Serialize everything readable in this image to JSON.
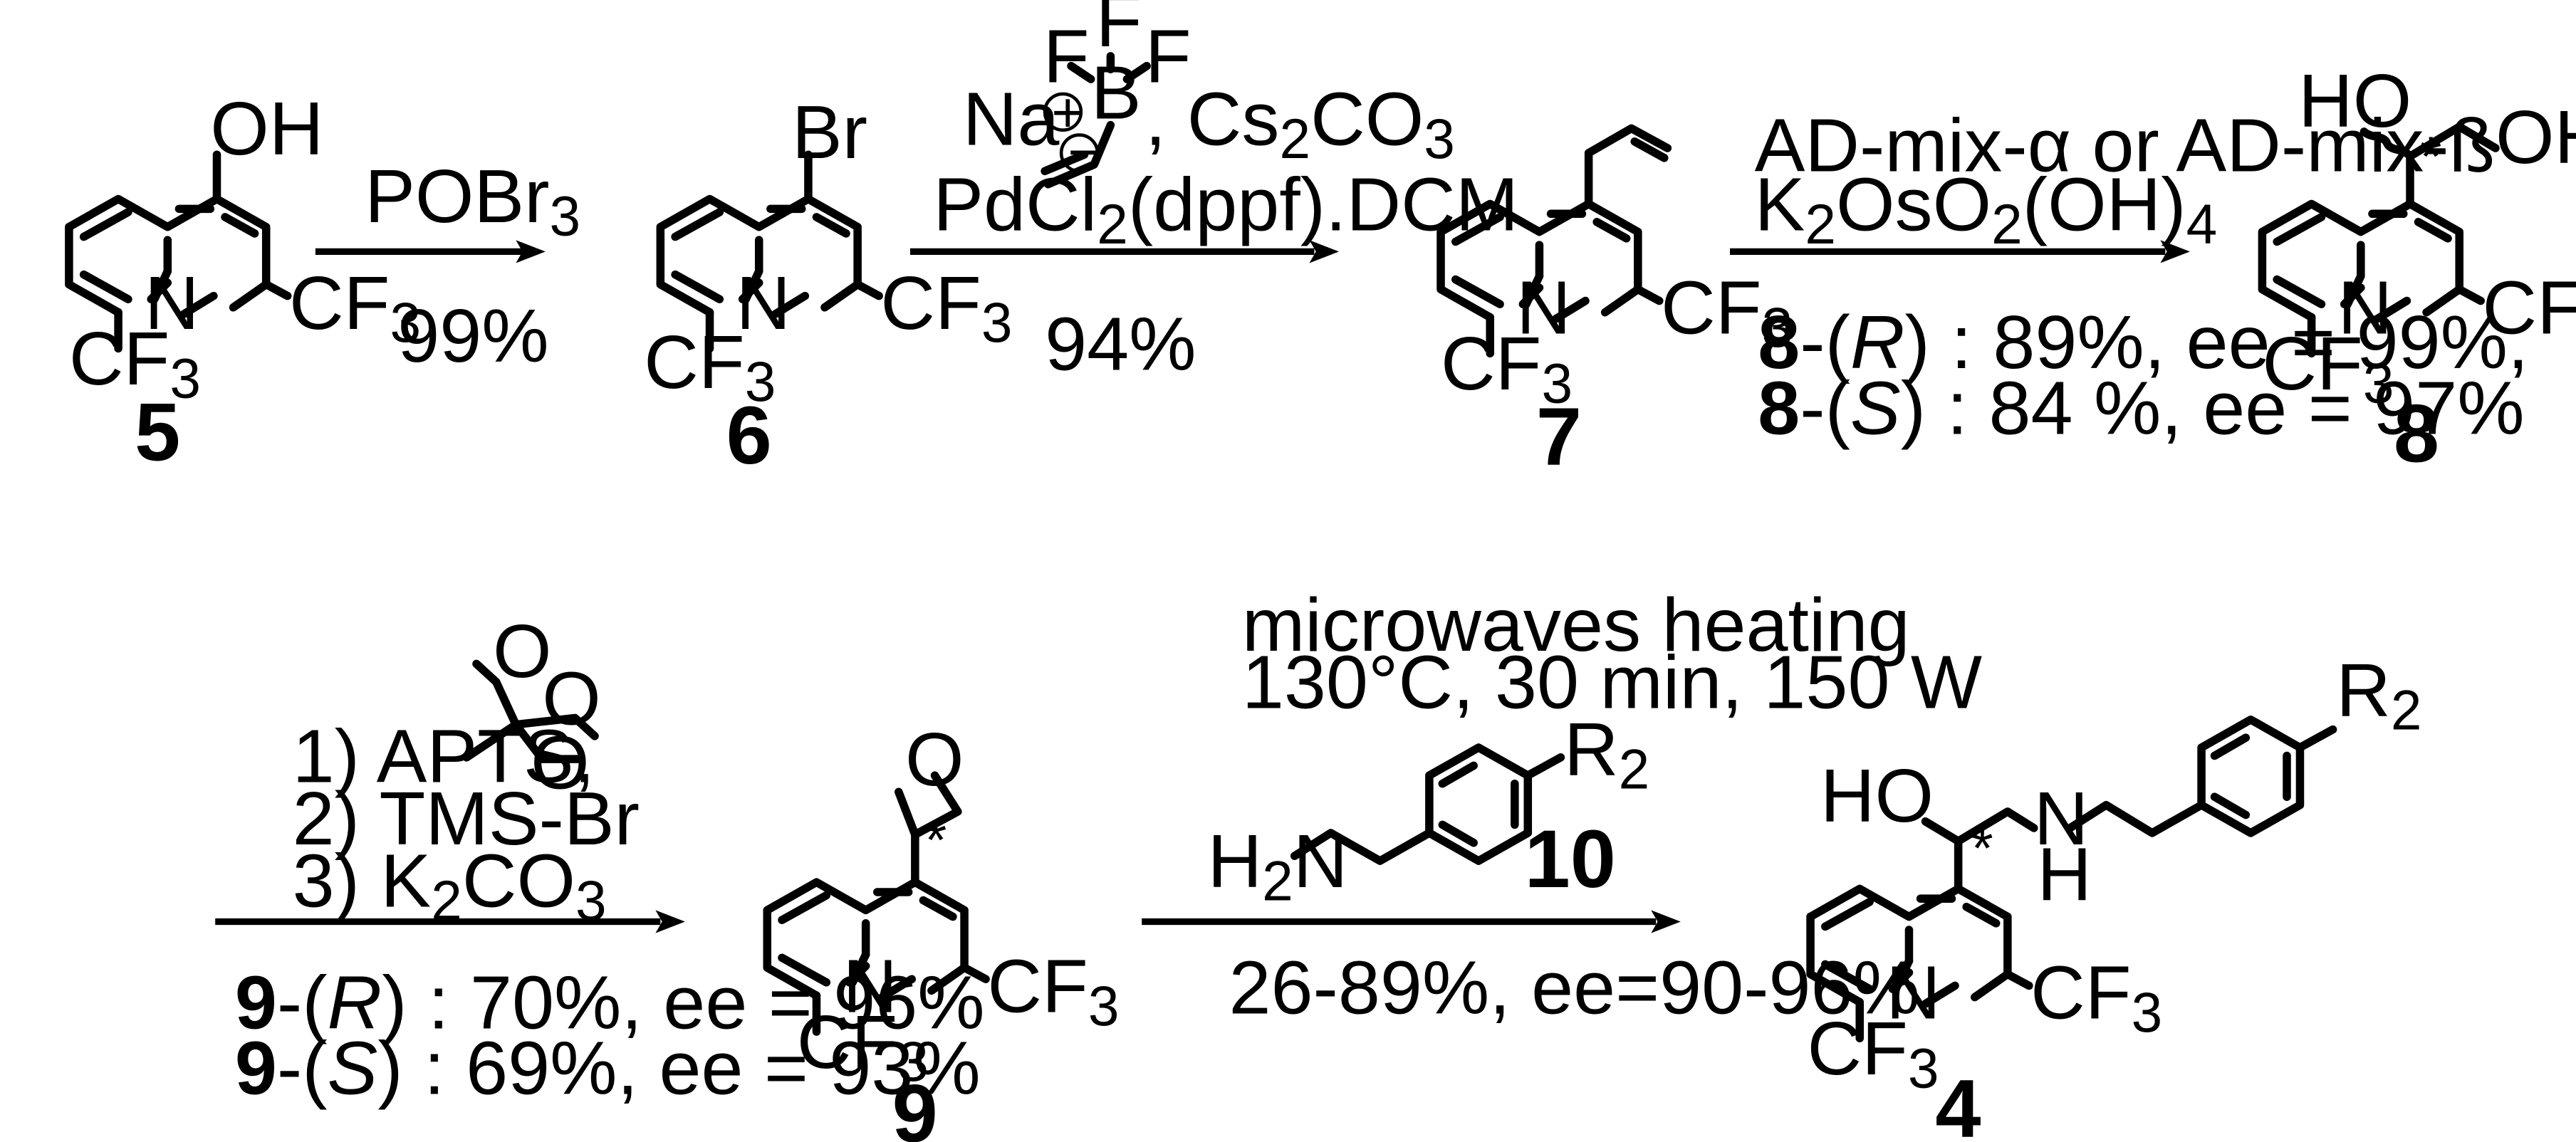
{
  "compounds": {
    "c5": {
      "number": "5",
      "OH": "OH",
      "CF3": "CF",
      "CF3_sub": "3",
      "N": "N"
    },
    "c6": {
      "number": "6",
      "Br": "Br",
      "CF3": "CF",
      "CF3_sub": "3",
      "N": "N"
    },
    "c7": {
      "number": "7",
      "CF3": "CF",
      "CF3_sub": "3",
      "N": "N"
    },
    "c8": {
      "number": "8",
      "HO": "HO",
      "OH": "OH",
      "star": "*",
      "CF3": "CF",
      "CF3_sub": "3",
      "N": "N"
    },
    "c9": {
      "number": "9",
      "O": "O",
      "star": "*",
      "CF3": "CF",
      "CF3_sub": "3",
      "N": "N"
    },
    "c10": {
      "number": "10",
      "H2N_H": "H",
      "H2N_2": "2",
      "H2N_N": "N",
      "R": "R",
      "R_sub": "2"
    },
    "c4": {
      "number": "4",
      "HO": "HO",
      "star": "*",
      "N": "N",
      "H": "H",
      "R": "R",
      "R_sub": "2",
      "CF3": "CF",
      "CF3_sub": "3"
    }
  },
  "steps": {
    "s1": {
      "reagent": "POBr",
      "reagent_sub": "3",
      "yield": "99%"
    },
    "s2": {
      "Na": "Na",
      "plus": "+",
      "minus": "−",
      "F": "F",
      "B": "B",
      "base_lead": ", Cs",
      "base_sub1": "2",
      "base_mid": "CO",
      "base_sub2": "3",
      "catalyst_lead": "PdCl",
      "catalyst_sub": "2",
      "catalyst_tail": "(dppf).DCM",
      "yield": "94%"
    },
    "s3": {
      "line1": "AD-mix-α or AD-mix-ß",
      "line2_lead": "K",
      "line2_sub1": "2",
      "line2_mid": "OsO",
      "line2_sub2": "2",
      "line2_tail": "(OH)",
      "line2_sub3": "4",
      "yield_R_num": "8",
      "yield_R_pre": "-(",
      "yield_R_config": "R",
      "yield_R_post": ") : 89%, ee = 99%,",
      "yield_S_num": "8",
      "yield_S_pre": "-(",
      "yield_S_config": "S",
      "yield_S_post": ") : 84 %, ee = 97%"
    },
    "s4": {
      "line1": "1) APTS,",
      "line2": "2) TMS-Br",
      "line3_lead": "3) K",
      "line3_sub1": "2",
      "line3_mid": "CO",
      "line3_sub2": "3",
      "O": "O",
      "yield_R_num": "9",
      "yield_R_pre": "-(",
      "yield_R_config": "R",
      "yield_R_post": ") : 70%, ee = 96%",
      "yield_S_num": "9",
      "yield_S_pre": "-(",
      "yield_S_config": "S",
      "yield_S_post": ") : 69%, ee = 93%"
    },
    "s5": {
      "line1": "microwaves heating",
      "line2": "130°C, 30 min, 150 W",
      "yield": "26-89%, ee=90-96%"
    }
  }
}
